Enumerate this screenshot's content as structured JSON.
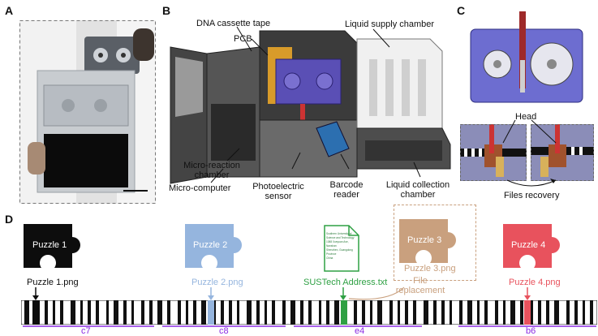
{
  "panels": {
    "a": {
      "letter": "A"
    },
    "b": {
      "letter": "B",
      "labels": {
        "dna_cassette_tape": "DNA cassette tape",
        "pcb": "PCB",
        "liquid_supply_chamber": "Liquid supply chamber",
        "micro_reaction_chamber_line1": "Micro-reaction",
        "micro_reaction_chamber_line2": "chamber",
        "micro_computer": "Micro-computer",
        "photoelectric_sensor_line1": "Photoelectric",
        "photoelectric_sensor_line2": "sensor",
        "barcode_reader_line1": "Barcode",
        "barcode_reader_line2": "reader",
        "liquid_collection_chamber_line1": "Liquid collection",
        "liquid_collection_chamber_line2": "chamber"
      }
    },
    "c": {
      "letter": "C",
      "labels": {
        "head": "Head",
        "files_recovery": "Files recovery"
      }
    },
    "d": {
      "letter": "D",
      "puzzles": [
        {
          "title": "Puzzle 1",
          "file": "Puzzle 1.png",
          "color": "#0d0d0d",
          "segment": "c7"
        },
        {
          "title": "Puzzle 2",
          "file": "Puzzle 2.png",
          "color": "#95b5de",
          "segment": "c8"
        },
        {
          "title": "",
          "file": "SUSTech Address.txt",
          "color": "#2ea043",
          "segment": "e4"
        },
        {
          "title": "Puzzle 4",
          "file": "Puzzle 4.png",
          "color": "#e8525d",
          "segment": "b6"
        }
      ],
      "replacement": {
        "title": "Puzzle 3",
        "file": "Puzzle 3.png",
        "color": "#c9a07e"
      },
      "file_replacement_line1": "File",
      "file_replacement_line2": "replacement",
      "document_lines": [
        "Southern University of",
        "Science and Technology",
        "1088 Xueyuan Ave, Nanshan",
        "Shenzhen, Guangdong Province",
        "China"
      ],
      "segment_color": "#8a2be2"
    }
  }
}
